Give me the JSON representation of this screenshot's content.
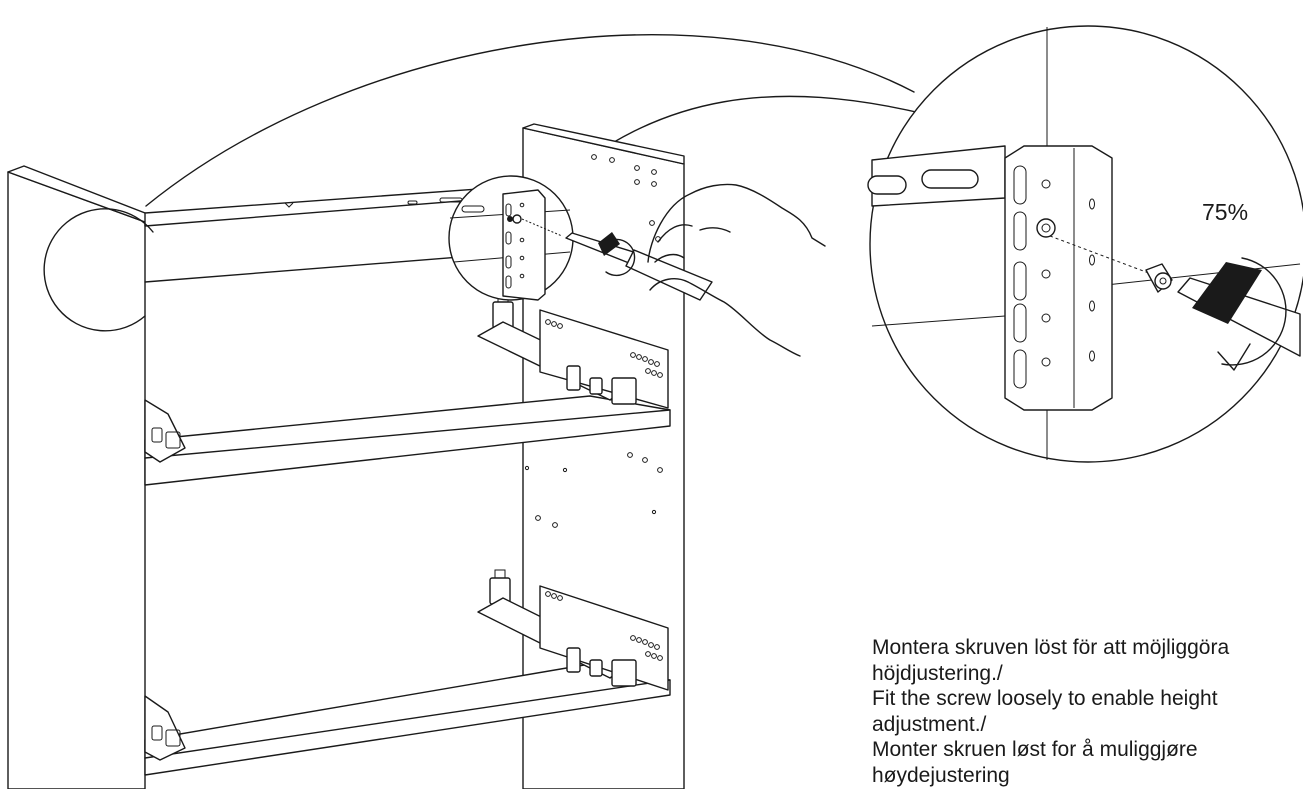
{
  "zoom_label": "75%",
  "instruction_lines": [
    "Montera skruven löst för att möjliggöra",
    "höjdjustering./",
    "Fit the screw loosely to enable height",
    "adjustment./",
    "Monter skruen løst for å muliggjøre",
    "høydejustering"
  ],
  "icons": {
    "tool": "screwdriver-icon",
    "rotation": "clockwise-rotation-arrow-icon",
    "hand": "hand-icon"
  },
  "colors": {
    "line": "#1a1a1a",
    "background": "#ffffff"
  }
}
